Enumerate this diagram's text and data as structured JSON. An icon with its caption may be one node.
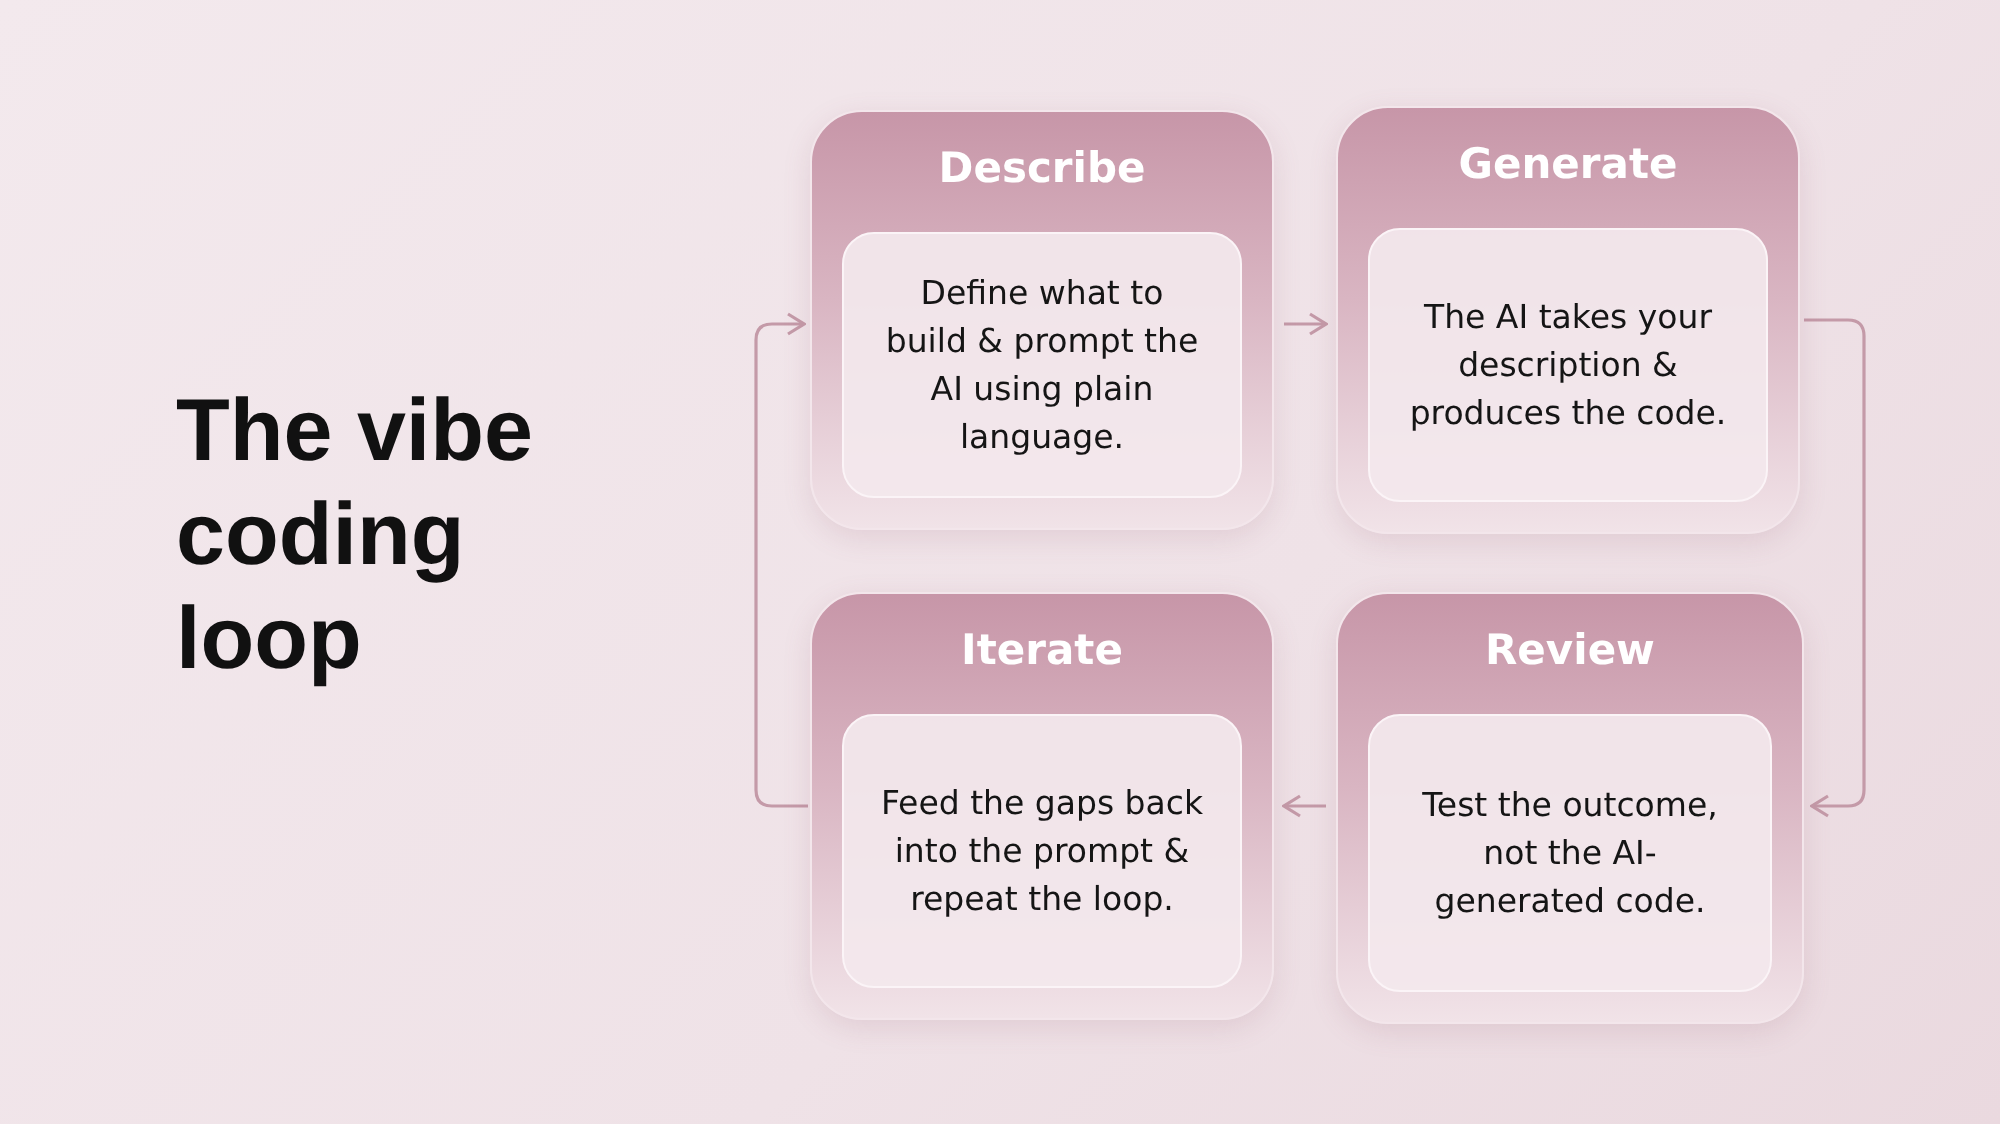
{
  "diagram": {
    "title": "The vibe coding loop",
    "nodes": [
      {
        "text": [
          "Describe"
        ]
      },
      {
        "text": [
          "Define what to build & prompt the AI using plain language."
        ],
        "in": 0
      },
      {
        "text": [
          "Generate"
        ]
      },
      {
        "text": [
          "The AI takes your description & produces the code."
        ],
        "in": 2
      },
      {
        "text": [
          "Iterate"
        ]
      },
      {
        "text": [
          "Feed the gaps back into the prompt & repeat the loop."
        ],
        "in": 4
      },
      {
        "text": [
          "Review"
        ]
      },
      {
        "text": [
          "Test the outcome, not the AI-generated code."
        ],
        "in": 6
      }
    ],
    "edges": [
      {
        "from": 0,
        "to": 2,
        "arrow": "to"
      },
      {
        "from": 2,
        "to": 6,
        "arrow": "to"
      },
      {
        "from": 6,
        "to": 4,
        "arrow": "to"
      },
      {
        "from": 4,
        "to": 0,
        "arrow": "to"
      }
    ]
  }
}
